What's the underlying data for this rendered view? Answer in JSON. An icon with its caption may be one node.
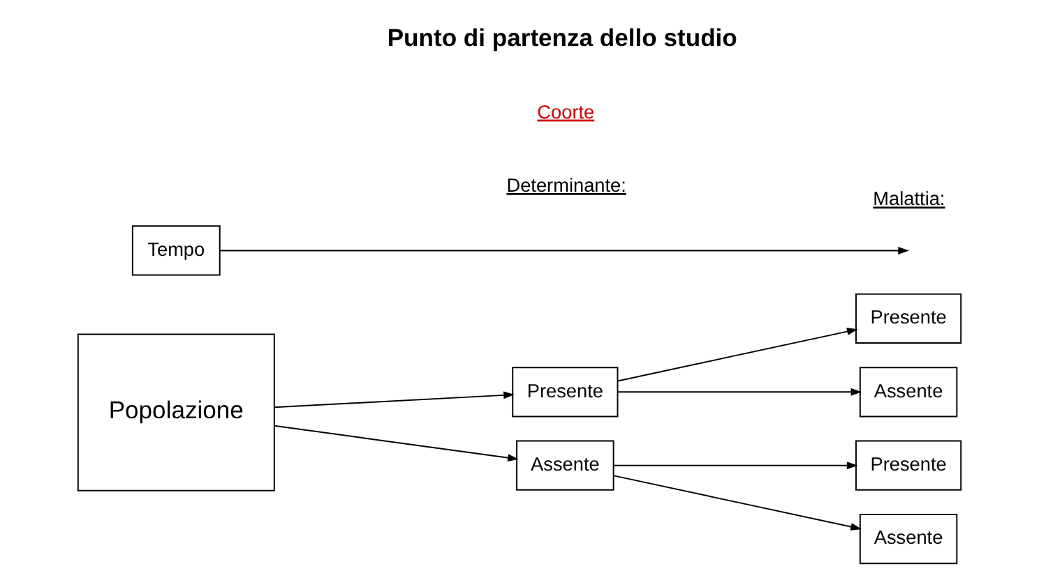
{
  "diagram": {
    "nodes": [
      {
        "text": [
          "Popolazione"
        ]
      },
      {
        "text": [
          "Presente"
        ]
      },
      {
        "text": [
          "Assente"
        ]
      },
      {
        "text": [
          "Presente"
        ]
      },
      {
        "text": [
          "Assente"
        ]
      },
      {
        "text": [
          "Presente"
        ]
      },
      {
        "text": [
          "Assente"
        ]
      },
      {
        "text": [
          "Tempo"
        ]
      }
    ],
    "edges": [
      {
        "from": 0,
        "to": 1,
        "arrow": "to"
      },
      {
        "from": 0,
        "to": 2,
        "arrow": "to"
      },
      {
        "from": 1,
        "to": 3,
        "arrow": "to"
      },
      {
        "from": 1,
        "to": 4,
        "arrow": "to"
      },
      {
        "from": 2,
        "to": 5,
        "arrow": "to"
      },
      {
        "from": 2,
        "to": 6,
        "arrow": "to"
      },
      {
        "from": 7,
        "to": null,
        "arrow": "to"
      }
    ],
    "labels": [
      "Determinante:",
      "Malattia:",
      "Coorte",
      "Punto di partenza dello studio"
    ]
  }
}
